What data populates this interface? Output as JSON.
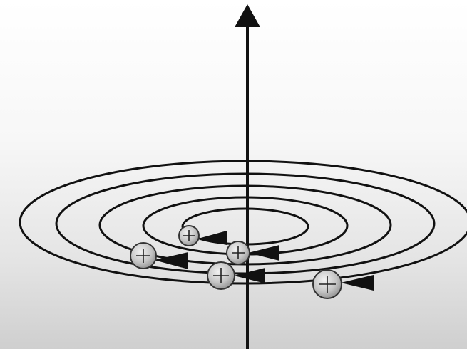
{
  "diagram": {
    "description_free": true,
    "orbit_count": 5,
    "particle_count": 5,
    "particle_symbol": "plus-sign",
    "axis_direction": "up",
    "motion_arrow_direction": "left",
    "colors": {
      "stroke": "#111111",
      "particle_fill_light": "#eeeeee",
      "particle_fill_dark": "#9a9a9a",
      "background_top": "#ffffff",
      "background_bottom": "#cfcfcf"
    }
  }
}
